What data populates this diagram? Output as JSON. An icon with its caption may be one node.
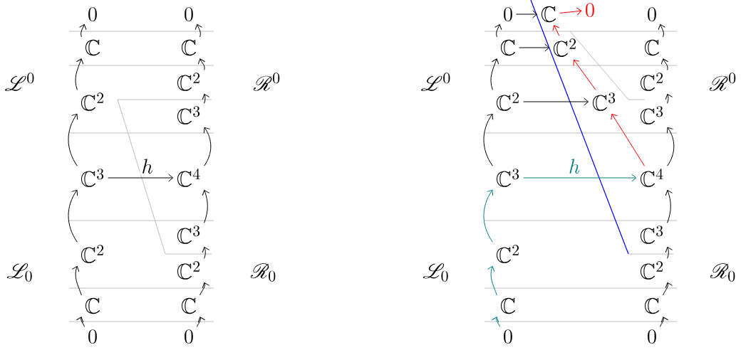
{
  "diagram": {
    "nodes": [
      {
        "text": [
          "0"
        ]
      },
      {
        "text": [
          "\\mathbb{C}"
        ]
      },
      {
        "text": [
          "\\mathbb{C}^{2}"
        ]
      },
      {
        "text": [
          "\\mathbb{C}^{3}"
        ]
      },
      {
        "text": [
          "\\mathbb{C}^{2}"
        ]
      },
      {
        "text": [
          "\\mathbb{C}"
        ]
      },
      {
        "text": [
          "0"
        ]
      },
      {
        "text": [
          "0"
        ]
      },
      {
        "text": [
          "\\mathbb{C}"
        ]
      },
      {
        "text": [
          "\\mathbb{C}^{2}"
        ]
      },
      {
        "text": [
          "\\mathbb{C}^{3}"
        ]
      },
      {
        "text": [
          "\\mathbb{C}^{4}"
        ]
      },
      {
        "text": [
          "\\mathbb{C}^{3}"
        ]
      },
      {
        "text": [
          "\\mathbb{C}^{2}"
        ]
      },
      {
        "text": [
          "\\mathbb{C}"
        ]
      },
      {
        "text": [
          "0"
        ]
      },
      {
        "text": [
          "0"
        ]
      },
      {
        "text": [
          "\\mathbb{C}"
        ]
      },
      {
        "text": [
          "\\mathbb{C}^{2}"
        ]
      },
      {
        "text": [
          "\\mathbb{C}^{3}"
        ]
      },
      {
        "text": [
          "\\mathbb{C}^{2}"
        ]
      },
      {
        "text": [
          "\\mathbb{C}"
        ]
      },
      {
        "text": [
          "0"
        ]
      },
      {
        "text": [
          "\\mathbb{C}"
        ]
      },
      {
        "text": [
          "0"
        ]
      },
      {
        "text": [
          "\\mathbb{C}^{2}"
        ]
      },
      {
        "text": [
          "\\mathbb{C}^{3}"
        ]
      },
      {
        "text": [
          "0"
        ]
      },
      {
        "text": [
          "\\mathbb{C}"
        ]
      },
      {
        "text": [
          "\\mathbb{C}^{2}"
        ]
      },
      {
        "text": [
          "\\mathbb{C}^{3}"
        ]
      },
      {
        "text": [
          "\\mathbb{C}^{4}"
        ]
      },
      {
        "text": [
          "\\mathbb{C}^{3}"
        ]
      },
      {
        "text": [
          "\\mathbb{C}^{2}"
        ]
      },
      {
        "text": [
          "\\mathbb{C}"
        ]
      },
      {
        "text": [
          "0"
        ]
      }
    ],
    "edges": [
      {
        "from": 1,
        "to": 0,
        "arrow": "to"
      },
      {
        "from": 2,
        "to": 1,
        "arrow": "to"
      },
      {
        "from": 3,
        "to": 2,
        "arrow": "to"
      },
      {
        "from": 4,
        "to": 3,
        "arrow": "to"
      },
      {
        "from": 5,
        "to": 4,
        "arrow": "to"
      },
      {
        "from": 6,
        "to": 5,
        "arrow": "to"
      },
      {
        "from": 8,
        "to": 7,
        "arrow": "to"
      },
      {
        "from": 9,
        "to": 8,
        "arrow": "to"
      },
      {
        "from": 10,
        "to": 9,
        "arrow": "to"
      },
      {
        "from": 11,
        "to": 10,
        "arrow": "to"
      },
      {
        "from": 12,
        "to": 11,
        "arrow": "to"
      },
      {
        "from": 13,
        "to": 12,
        "arrow": "to"
      },
      {
        "from": 14,
        "to": 13,
        "arrow": "to"
      },
      {
        "from": 15,
        "to": 14,
        "arrow": "to"
      },
      {
        "from": 3,
        "to": 11,
        "arrow": "to",
        "label": "h"
      },
      {
        "from": 17,
        "to": 16,
        "arrow": "to"
      },
      {
        "from": 18,
        "to": 17,
        "arrow": "to"
      },
      {
        "from": 19,
        "to": 18,
        "arrow": "to"
      },
      {
        "from": 20,
        "to": 19,
        "arrow": "to",
        "color": "#008080"
      },
      {
        "from": 21,
        "to": 20,
        "arrow": "to",
        "color": "#008080"
      },
      {
        "from": 22,
        "to": 21,
        "arrow": "to",
        "color": "#008080"
      },
      {
        "from": 28,
        "to": 27,
        "arrow": "to"
      },
      {
        "from": 29,
        "to": 28,
        "arrow": "to"
      },
      {
        "from": 30,
        "to": 29,
        "arrow": "to"
      },
      {
        "from": 31,
        "to": 30,
        "arrow": "to"
      },
      {
        "from": 32,
        "to": 31,
        "arrow": "to"
      },
      {
        "from": 33,
        "to": 32,
        "arrow": "to"
      },
      {
        "from": 34,
        "to": 33,
        "arrow": "to"
      },
      {
        "from": 35,
        "to": 34,
        "arrow": "to"
      },
      {
        "from": 16,
        "to": 23,
        "arrow": "to"
      },
      {
        "from": 17,
        "to": 25,
        "arrow": "to"
      },
      {
        "from": 18,
        "to": 26,
        "arrow": "to"
      },
      {
        "from": 19,
        "to": 31,
        "arrow": "to",
        "label": "h",
        "color": "#008080"
      },
      {
        "from": 31,
        "to": 26,
        "arrow": "to",
        "color": "#ff0000"
      },
      {
        "from": 26,
        "to": 25,
        "arrow": "to",
        "color": "#ff0000"
      },
      {
        "from": 25,
        "to": 23,
        "arrow": "to",
        "color": "#ff0000"
      },
      {
        "from": 23,
        "to": 24,
        "arrow": "to",
        "color": "#ff0000"
      }
    ],
    "labels": [
      "\\mathscr{L}^{0}",
      "\\mathscr{R}^{0}",
      "\\mathscr{L}_{0}",
      "\\mathscr{R}_{0}",
      "\\mathscr{L}^{0}",
      "\\mathscr{R}^{0}",
      "\\mathscr{L}_{0}",
      "\\mathscr{R}_{0}"
    ]
  }
}
